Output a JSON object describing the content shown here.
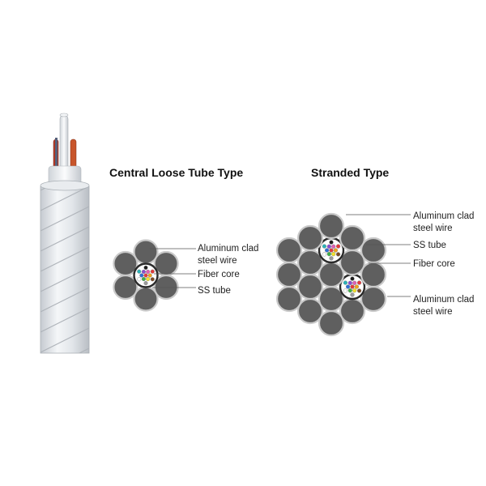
{
  "central": {
    "title": "Central Loose Tube Type",
    "labels": {
      "acs_line1": "Aluminum clad",
      "acs_line2": "steel wire",
      "fiber_core": "Fiber core",
      "ss_tube": "SS tube"
    }
  },
  "stranded": {
    "title": "Stranded Type",
    "labels": {
      "acs_top_line1": "Aluminum clad",
      "acs_top_line2": "steel wire",
      "ss_tube": "SS tube",
      "fiber_core": "Fiber core",
      "acs_bottom_line1": "Aluminum clad",
      "acs_bottom_line2": "steel wire"
    }
  },
  "colors": {
    "wire_fill": "#5f5f5f",
    "wire_ring": "#c9c9c9",
    "tube_ring": "#2a2a2a",
    "fiber_colors": [
      "#e23b3b",
      "#f2a31b",
      "#f3e12a",
      "#3fae49",
      "#2f6fd6",
      "#8a4ad1",
      "#e25fb4",
      "#7a4a26",
      "#9a9a9a",
      "#ffffff",
      "#2ab3b8",
      "#1c1c1c"
    ]
  }
}
